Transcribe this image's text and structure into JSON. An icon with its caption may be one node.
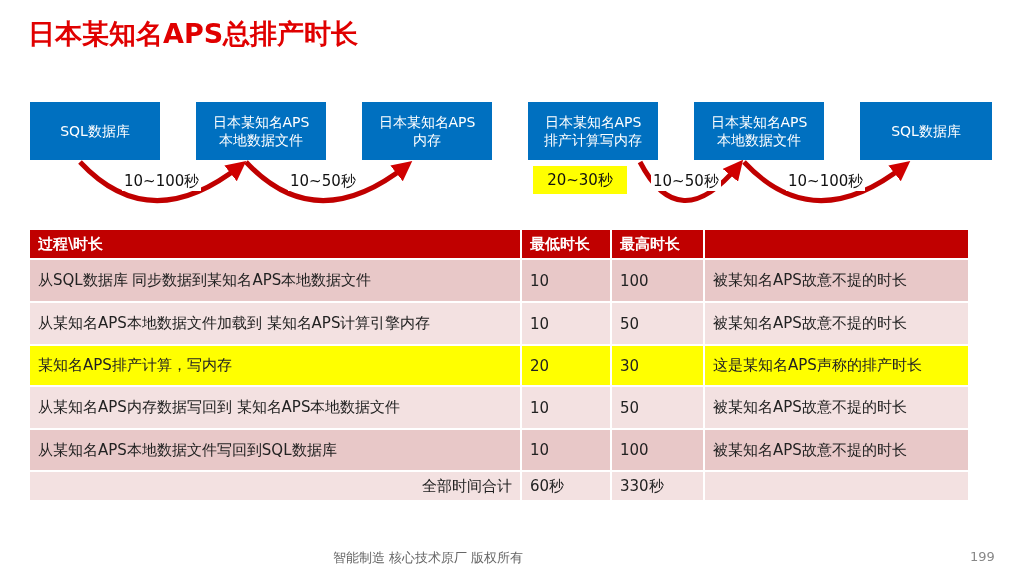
{
  "diagram": {
    "title": "日本某知名APS总排产时长",
    "nodes": [
      {
        "text": [
          "SQL数据库"
        ]
      },
      {
        "text": [
          "日本某知名APS 本地数据文件"
        ]
      },
      {
        "text": [
          "日本某知名APS 内存"
        ]
      },
      {
        "text": [
          "日本某知名APS 排产计算写内存"
        ],
        "beside": [
          "20~30秒"
        ]
      },
      {
        "text": [
          "日本某知名APS 本地数据文件"
        ]
      },
      {
        "text": [
          "SQL数据库"
        ]
      }
    ],
    "edges": [
      {
        "from": 0,
        "to": 1,
        "arrow": "to",
        "label": "10~100秒"
      },
      {
        "from": 1,
        "to": 2,
        "arrow": "to",
        "label": "10~50秒"
      },
      {
        "from": 3,
        "to": 4,
        "arrow": "to",
        "label": "10~50秒"
      },
      {
        "from": 4,
        "to": 5,
        "arrow": "to",
        "label": "10~100秒"
      }
    ],
    "labels": [
      "过程\\时长",
      "最低时长",
      "最高时长",
      "从SQL数据库 同步数据到某知名APS本地数据文件",
      "10",
      "100",
      "被某知名APS故意不提的时长",
      "从某知名APS本地数据文件加载到 某知名APS计算引擎内存",
      "10",
      "50",
      "被某知名APS故意不提的时长",
      "某知名APS排产计算，写内存",
      "20",
      "30",
      "这是某知名APS声称的排产时长",
      "从某知名APS内存数据写回到 某知名APS本地数据文件",
      "10",
      "50",
      "被某知名APS故意不提的时长",
      "从某知名APS本地数据文件写回到SQL数据库",
      "10",
      "100",
      "被某知名APS故意不提的时长",
      "全部时间合计",
      "60秒",
      "330秒",
      "智能制造 核心技术原厂 版权所有",
      "199"
    ]
  }
}
